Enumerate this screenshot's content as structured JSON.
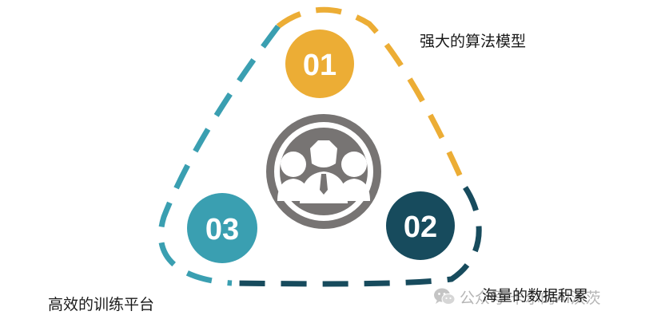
{
  "nodes": [
    {
      "number": "01",
      "label": "强大的算法模型",
      "color": "#ecad35"
    },
    {
      "number": "02",
      "label": "海量的数据积累",
      "color": "#174b5d"
    },
    {
      "number": "03",
      "label": "高效的训练平台",
      "color": "#3a9fb1"
    }
  ],
  "center": {
    "icon": "people-group-icon",
    "color": "#777473"
  },
  "watermark": {
    "text": "公众号·卡尔的AI沃茨",
    "icon": "wechat-icon"
  },
  "colors": {
    "yellow": "#ecad35",
    "teal": "#3a9fb1",
    "navy": "#174b5d",
    "gray": "#777473"
  }
}
